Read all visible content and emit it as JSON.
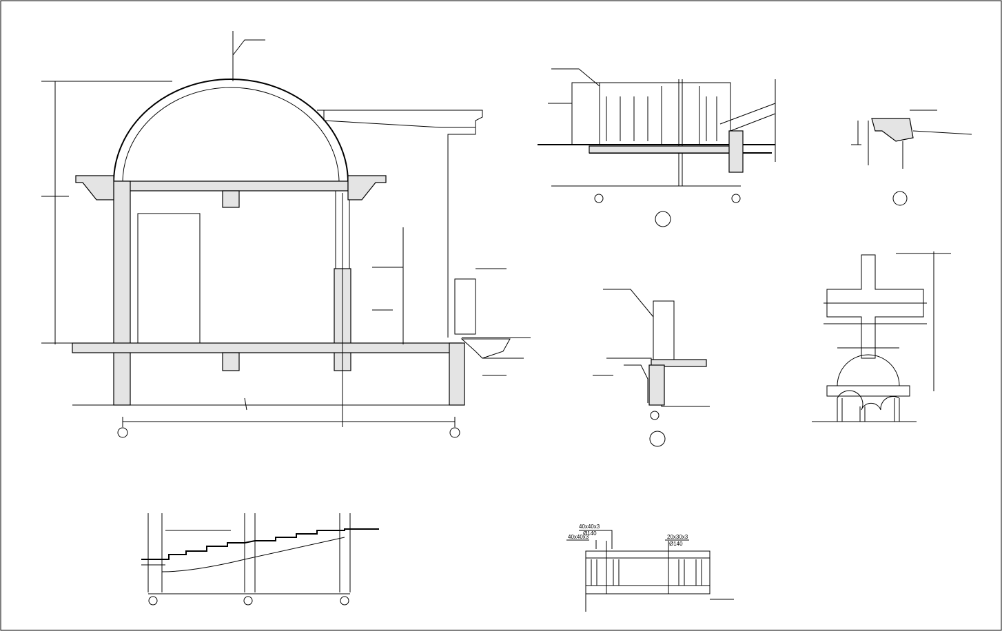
{
  "drawing": {
    "railing_annotations": {
      "post_left": "40x40x3",
      "post_mid": "40x40x3",
      "post_mid_spacing": "Ø140",
      "bar_right": "20x30x3",
      "bar_right_spacing": "Ø140"
    }
  }
}
